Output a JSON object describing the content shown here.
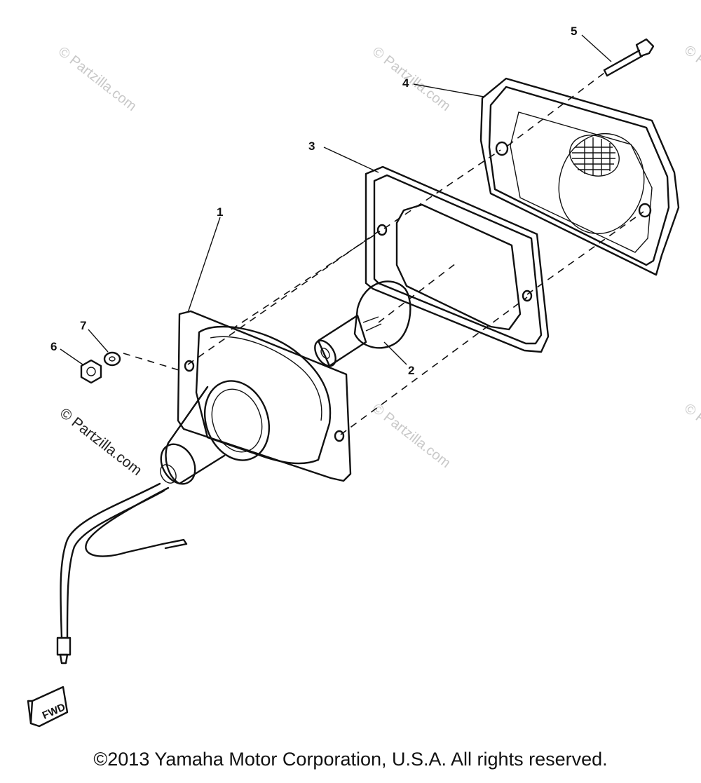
{
  "callouts": [
    {
      "id": "1",
      "label": "1"
    },
    {
      "id": "2",
      "label": "2"
    },
    {
      "id": "3",
      "label": "3"
    },
    {
      "id": "4",
      "label": "4"
    },
    {
      "id": "5",
      "label": "5"
    },
    {
      "id": "6",
      "label": "6"
    },
    {
      "id": "7",
      "label": "7"
    }
  ],
  "watermark": {
    "text": "© Partzilla.com"
  },
  "fwd_badge": "FWD",
  "copyright": "©2013 Yamaha Motor Corporation, U.S.A. All rights reserved.",
  "colors": {
    "line": "#111111",
    "watermark": "#c8c8c8",
    "background": "#ffffff"
  }
}
